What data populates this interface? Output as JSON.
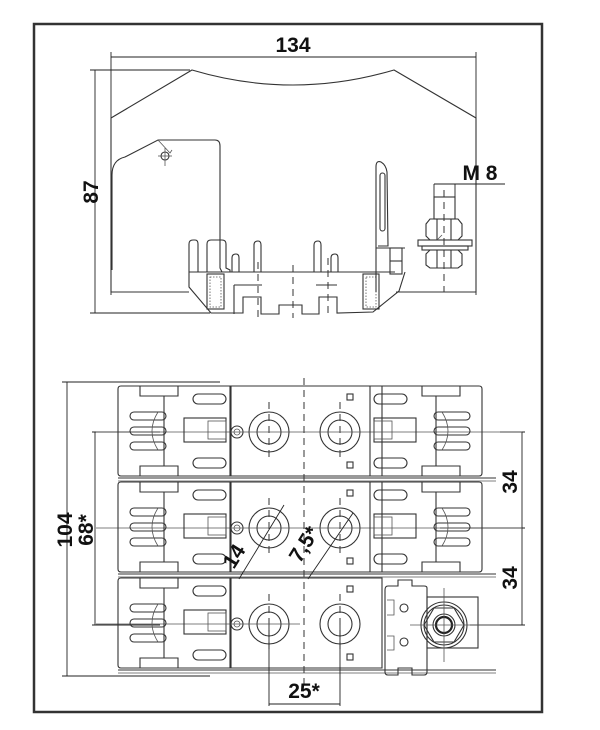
{
  "drawing": {
    "subject": "fuse base technical drawing",
    "views": [
      "side view",
      "top view"
    ],
    "side_view": {
      "width_label": "134",
      "height_label": "87",
      "thread_label": "M 8"
    },
    "top_view": {
      "overall_height_label": "104",
      "mounting_height_label": "68*",
      "pitch_upper_label": "34",
      "pitch_lower_label": "34",
      "diameter_large_label": "14",
      "diameter_small_label": "7,5*",
      "hole_spacing_label": "25*",
      "poles": 3
    },
    "line_color": "#333333",
    "background": "#ffffff"
  }
}
